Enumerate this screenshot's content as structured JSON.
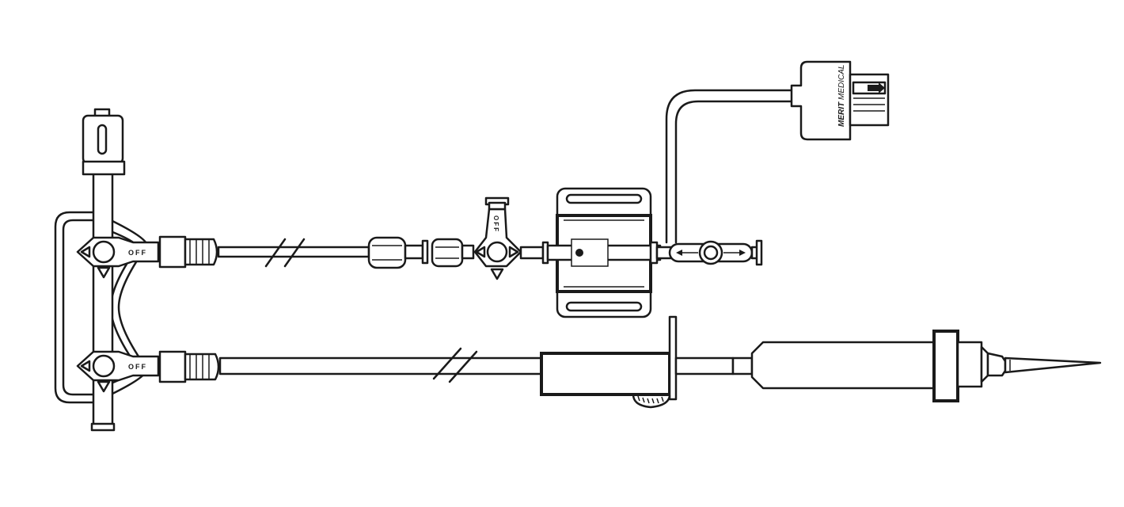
{
  "stopcock_labels": {
    "upper_left": "OFF",
    "lower_left": "OFF",
    "middle": "OFF"
  },
  "transducer_logo": {
    "brand_left": "MERIT",
    "brand_right": "MEDICAL"
  },
  "colors": {
    "line": "#1a1a1a",
    "background": "#ffffff"
  }
}
